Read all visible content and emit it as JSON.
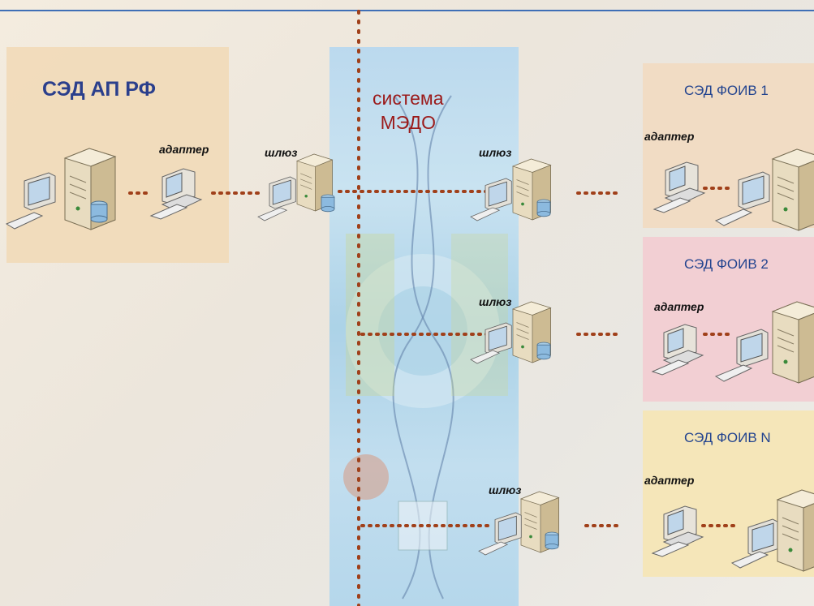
{
  "zones": {
    "ap": {
      "title": "СЭД АП РФ",
      "color": "#f1d9b6"
    },
    "medo": {
      "title_line1": "система",
      "title_line2": "МЭДО"
    },
    "f1": {
      "title": "СЭД ФОИВ 1",
      "color": "#f1dcc4"
    },
    "f2": {
      "title": "СЭД ФОИВ 2",
      "color": "#f2cfd3"
    },
    "fn": {
      "title": "СЭД ФОИВ N",
      "color": "#f5e6b9"
    }
  },
  "labels": {
    "adapter": "адаптер",
    "gateway": "шлюз"
  },
  "colors": {
    "dots": "#a0401a",
    "title_blue": "#2b3f8c",
    "medo_red": "#9b1a1a"
  },
  "icons": [
    "server-icon",
    "workstation-icon",
    "database-icon",
    "keyboard-icon"
  ]
}
